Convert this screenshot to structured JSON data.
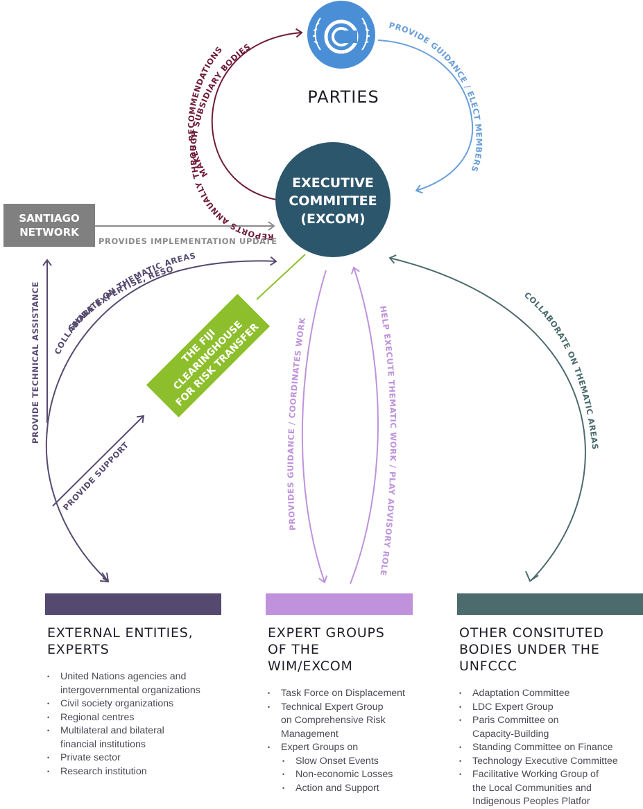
{
  "colors": {
    "excom": "#2c566c",
    "parties": "#4a8fd6",
    "santiago": "#808080",
    "fiji": "#8cbf2b",
    "external": "#56496f",
    "expert": "#bf92db",
    "other": "#4b6b6d",
    "maroon": "#6e1b3a",
    "blue_arrow": "#6a9fd9",
    "green_line": "#8cbf2b"
  },
  "nodes": {
    "parties": {
      "label": "PARTIES",
      "icon": "unfccc-emblem-icon"
    },
    "excom": {
      "line1": "EXECUTIVE",
      "line2": "COMMITTEE",
      "line3": "(EXCOM)"
    },
    "santiago": {
      "line1": "SANTIAGO",
      "line2": "NETWORK"
    },
    "fiji": {
      "line1": "THE FIJI",
      "line2": "CLEARINGHOUSE",
      "line3": "FOR RISK TRANSFER"
    }
  },
  "arrows": {
    "makes_recommendations": "MAKES RECOMMENDATIONS",
    "reports_annually": "REPORTS ANNUALLY THROUGH SUBSIDIARY BODIES",
    "provide_guidance": "PROVIDE GUIDANCE / ELECT MEMBERS",
    "provides_implementation_update": "PROVIDES IMPLEMENTATION UPDATE",
    "collaborate_external_1": "COLLABORATE ON THEMATIC AREAS",
    "collaborate_external_2": "SHARE EXPERTISE, RESOURCE",
    "provide_technical_assistance": "PROVIDE TECHNICAL ASSISTANCE",
    "provide_support": "PROVIDE SUPPORT",
    "provides_guidance_coordinates": "PROVIDES GUIDANCE / COORDINATES WORK",
    "help_execute": "HELP EXECUTE THEMATIC WORK / PLAY ADVISORY ROLE",
    "collaborate_other": "COLLABORATE ON THEMATIC AREAS"
  },
  "columns": [
    {
      "title_line1": "EXTERNAL ENTITIES,",
      "title_line2": "EXPERTS",
      "items": [
        "United Nations agencies and",
        "intergovernmental organizations",
        "Civil society organizations",
        "Regional centres",
        "Multilateral and bilateral",
        "financial institutions",
        "Private sector",
        "Research institution"
      ]
    },
    {
      "title_line1": "EXPERT GROUPS",
      "title_line2": "OF THE",
      "title_line3": "WIM/EXCOM",
      "items": [
        "Task Force on Displacement",
        "Technical Expert Group",
        "on Comprehensive Risk",
        "Management",
        "Expert Groups on",
        "Slow Onset Events",
        "Non-economic Losses",
        "Action and Support"
      ]
    },
    {
      "title_line1": "OTHER CONSITUTED",
      "title_line2": "BODIES UNDER THE",
      "title_line3": "UNFCCC",
      "items": [
        "Adaptation Committee",
        "LDC Expert Group",
        "Paris Committee on",
        "Capacity-Building",
        "Standing Committee on Finance",
        "Technology Executive Committee",
        "Facilitative Working Group of",
        "the Local Communities and",
        "Indigenous Peoples Platfor"
      ]
    }
  ]
}
